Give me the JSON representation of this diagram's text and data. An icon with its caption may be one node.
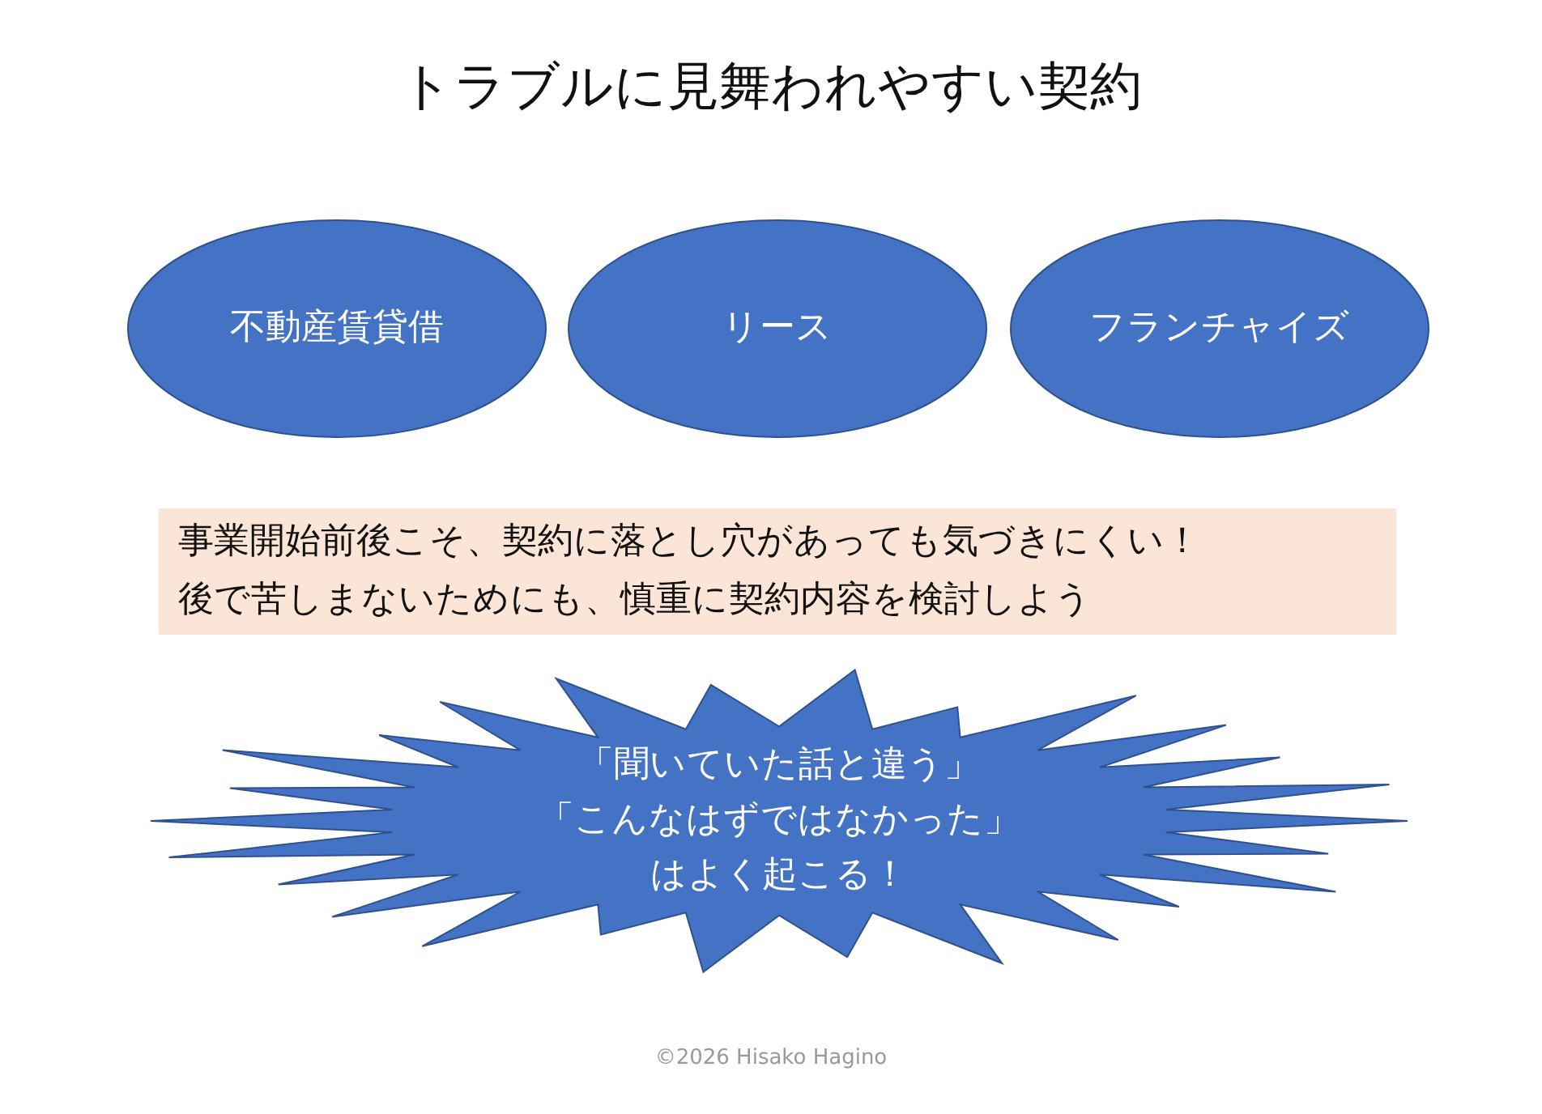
{
  "diagram": {
    "title": "トラブルに見舞われやすい契約",
    "nodes": [
      {
        "text": [
          "不動産賃貸借"
        ]
      },
      {
        "text": [
          "リース"
        ]
      },
      {
        "text": [
          "フランチャイズ"
        ]
      },
      {
        "text": [
          "事業開始前後こそ、契約に落とし穴があっても気づきにくい！",
          "後で苦しまないためにも、慎重に契約内容を検討しよう"
        ]
      },
      {
        "text": [
          "「聞いていた話と違う」",
          "「こんなはずではなかった」",
          "はよく起こる！"
        ]
      }
    ],
    "edges": [],
    "labels": [
      "©2026 Hisako Hagino"
    ]
  }
}
